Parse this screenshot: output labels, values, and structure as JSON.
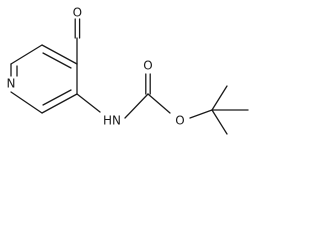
{
  "molecule": {
    "atoms": {
      "aldehyde_oxygen": "O",
      "ring_nitrogen": "N",
      "amine": "HN",
      "carbonyl_oxygen": "O",
      "ester_oxygen": "O"
    }
  }
}
